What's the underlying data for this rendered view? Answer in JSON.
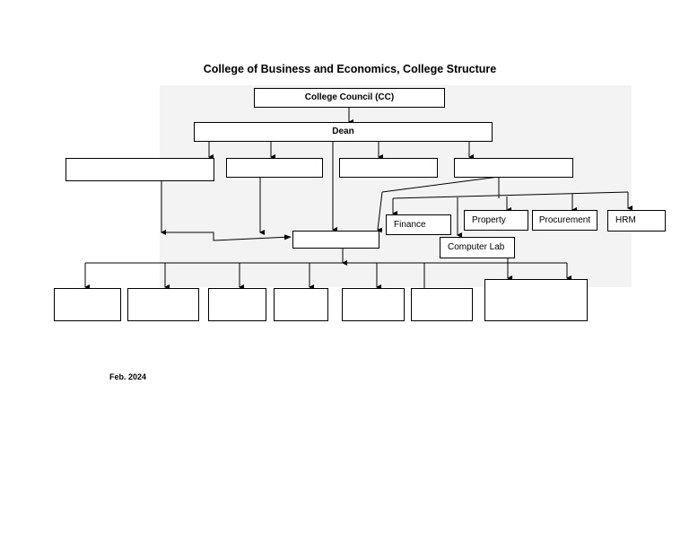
{
  "title": "College of Business and Economics, College Structure",
  "nodes": {
    "council": "College Council (CC)",
    "dean": "Dean",
    "finance": "Finance",
    "property": "Property",
    "procurement": "Procurement",
    "hrm": "HRM",
    "computer_lab": "Computer Lab"
  },
  "date": "Feb. 2024"
}
